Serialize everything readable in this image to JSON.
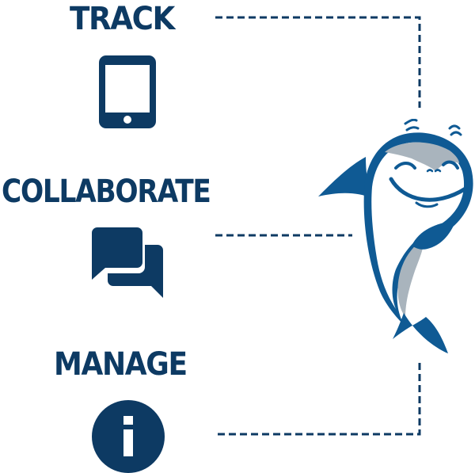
{
  "diagram": {
    "items": [
      {
        "label": "TRACK",
        "icon": "tablet-icon"
      },
      {
        "label": "COLLABORATE",
        "icon": "chat-bubbles-icon"
      },
      {
        "label": "MANAGE",
        "icon": "info-circle-icon"
      }
    ],
    "mascot": "shark-mascot",
    "colors": {
      "text": "#0d3a63",
      "icon": "#0d3a63",
      "connector": "#0d3a63",
      "shark_blue": "#0f5a94",
      "shark_grey": "#a9b4bd"
    }
  }
}
